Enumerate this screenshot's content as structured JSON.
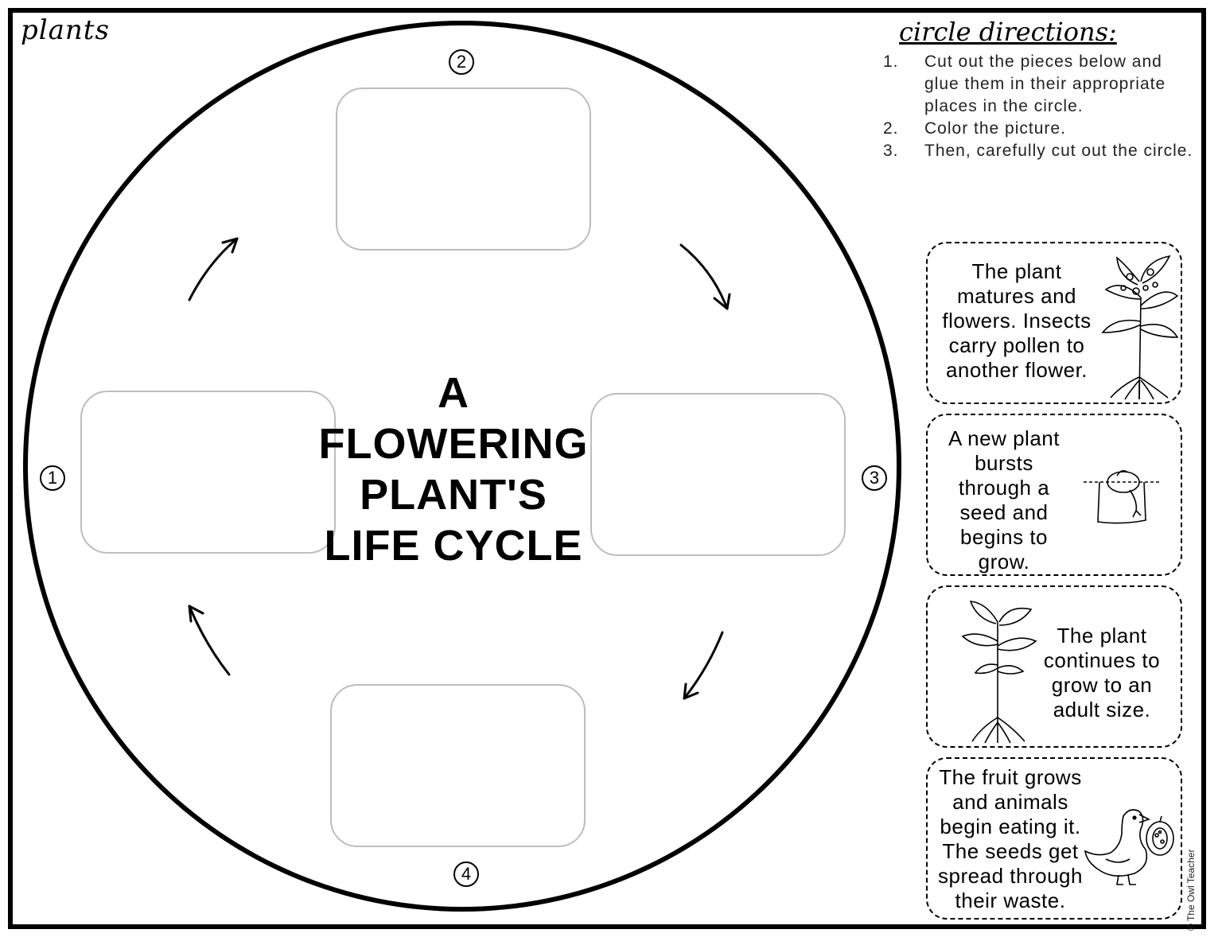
{
  "subject_label": "plants",
  "title_lines": [
    "A",
    "FLOWERING",
    "PLANT'S",
    "LIFE CYCLE"
  ],
  "slot_numbers": {
    "one": "1",
    "two": "2",
    "three": "3",
    "four": "4"
  },
  "directions": {
    "heading": "circle directions:",
    "items": [
      {
        "num": "1.",
        "text": "Cut out the pieces below and glue them in their appropriate places in the circle."
      },
      {
        "num": "2.",
        "text": "Color the picture."
      },
      {
        "num": "3.",
        "text": "Then, carefully cut out the circle."
      }
    ]
  },
  "cards": [
    {
      "text": "The plant matures and flowers. Insects carry pollen to another flower.",
      "picture": "flowering-plant-icon"
    },
    {
      "text": "A new plant bursts through a seed and begins to grow.",
      "picture": "sprouting-seed-icon"
    },
    {
      "text": "The plant continues to grow to an adult size.",
      "picture": "adult-plant-icon"
    },
    {
      "text": "The fruit grows and animals begin eating it. The seeds get spread through their waste.",
      "picture": "duck-and-fruit-icon"
    }
  ],
  "credit": "© The Owl Teacher"
}
